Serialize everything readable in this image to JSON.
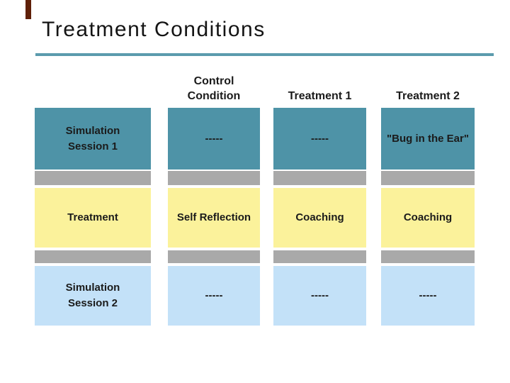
{
  "slide": {
    "title": "Treatment Conditions",
    "colors": {
      "title_text": "#141414",
      "rule_teal": "#5B9BAD",
      "corner_maroon": "#5F2008",
      "cell_teal": "#4E93A7",
      "cell_yellow": "#FBF29B",
      "cell_blue": "#C3E1F8",
      "spacer_gray": "#A9A9A9",
      "cell_text": "#1B1B1B"
    }
  },
  "table": {
    "headers": [
      {
        "label": "Control Condition"
      },
      {
        "label": "Treatment 1"
      },
      {
        "label": "Treatment 2"
      }
    ],
    "rows": [
      {
        "label": "Simulation Session 1",
        "cells": [
          "-----",
          "-----",
          "\"Bug in the Ear\""
        ]
      },
      {
        "label": "Treatment",
        "cells": [
          "Self Reflection",
          "Coaching",
          "Coaching"
        ]
      },
      {
        "label": "Simulation Session 2",
        "cells": [
          "-----",
          "-----",
          "-----"
        ]
      }
    ]
  }
}
